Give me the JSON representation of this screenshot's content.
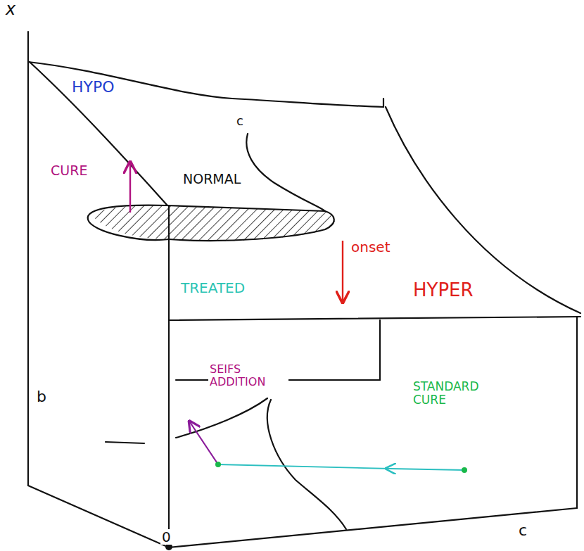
{
  "diagram": {
    "labels": [
      "x",
      "HYPO",
      "CURE",
      "c",
      "NORMAL",
      "onset",
      "TREATED",
      "HYPER",
      "b",
      "SEIFS ADDITION",
      "STANDARD CURE",
      "0",
      "c"
    ]
  }
}
